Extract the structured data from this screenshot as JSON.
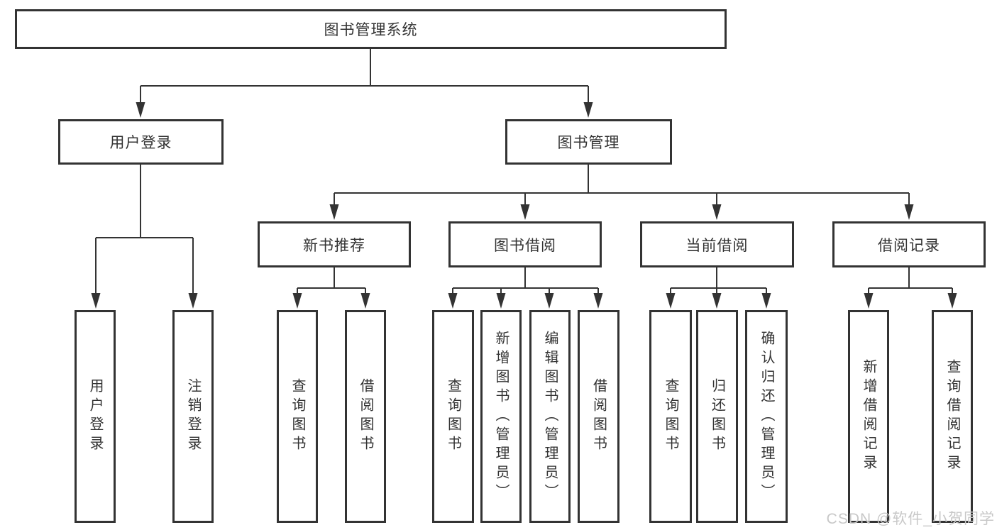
{
  "diagram": {
    "root": {
      "label": "图书管理系统"
    },
    "branches": [
      {
        "label": "用户登录",
        "children": [
          {
            "label": "用户登录"
          },
          {
            "label": "注销登录"
          }
        ]
      },
      {
        "label": "图书管理",
        "children": [
          {
            "label": "新书推荐",
            "children": [
              {
                "label": "查询图书"
              },
              {
                "label": "借阅图书"
              }
            ]
          },
          {
            "label": "图书借阅",
            "children": [
              {
                "label": "查询图书"
              },
              {
                "label": "新增图书（管理员）"
              },
              {
                "label": "编辑图书（管理员）"
              },
              {
                "label": "借阅图书"
              }
            ]
          },
          {
            "label": "当前借阅",
            "children": [
              {
                "label": "查询图书"
              },
              {
                "label": "归还图书"
              },
              {
                "label": "确认归还（管理员）"
              }
            ]
          },
          {
            "label": "借阅记录",
            "children": [
              {
                "label": "新增借阅记录"
              },
              {
                "label": "查询借阅记录"
              }
            ]
          }
        ]
      }
    ]
  },
  "watermark": {
    "text": "CSDN @软件_小贺同学"
  },
  "colors": {
    "line": "#333333",
    "text": "#333333",
    "box_bg": "#ffffff",
    "background": "#ffffff",
    "watermark": "#c8c8c8"
  }
}
